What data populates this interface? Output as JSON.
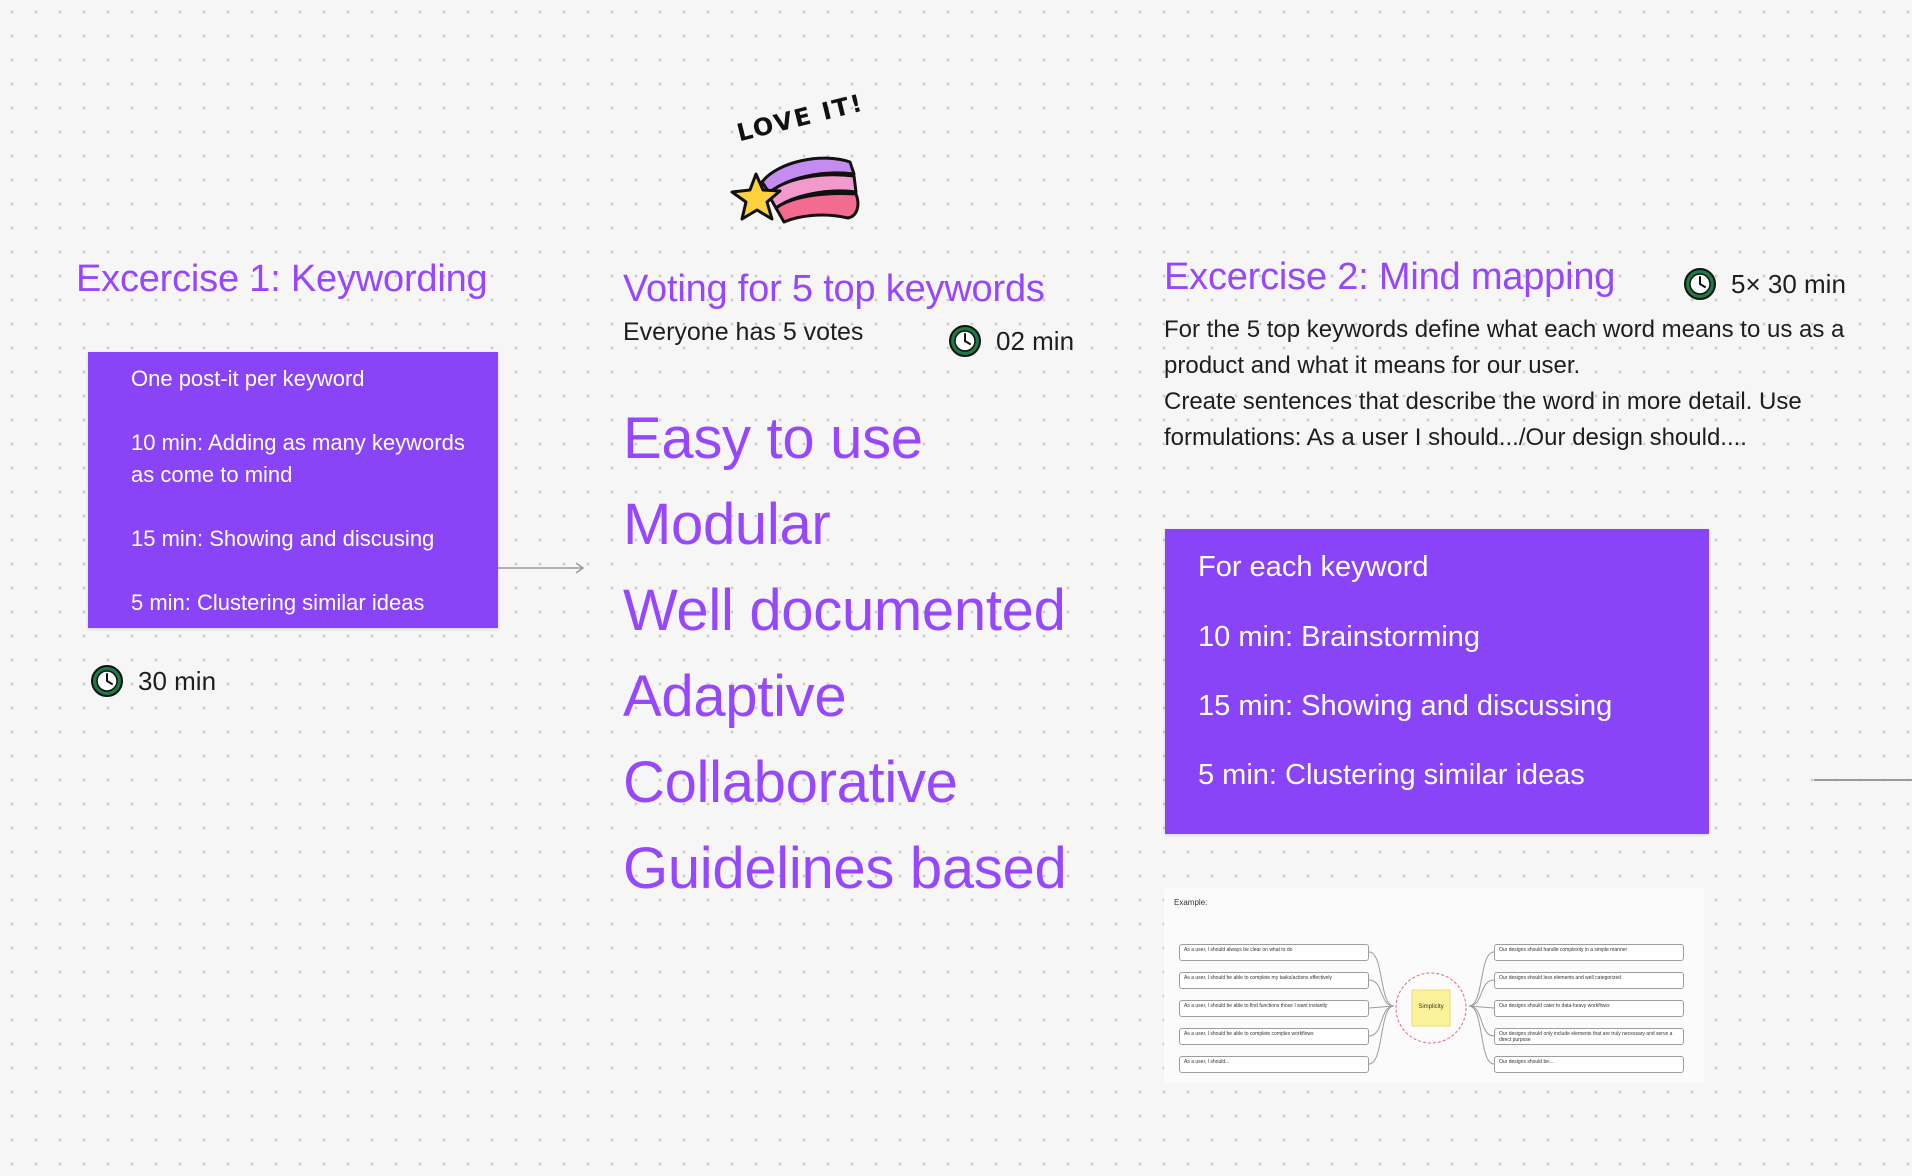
{
  "sticker": {
    "text": "LOVE IT!",
    "icon": "shooting-star-sticker"
  },
  "exercise1": {
    "title": "Excercise 1: Keywording",
    "steps": [
      "One post-it per keyword",
      "10 min: Adding  as many keywords as come to mind",
      "15 min: Showing and discusing",
      "5 min: Clustering similar ideas"
    ],
    "timer": "30 min"
  },
  "voting": {
    "title": "Voting for 5 top keywords",
    "subtitle": "Everyone has 5 votes",
    "timer": "02 min",
    "keywords": [
      "Easy to use",
      "Modular",
      "Well documented",
      "Adaptive",
      "Collaborative",
      "Guidelines based"
    ]
  },
  "exercise2": {
    "title": "Excercise 2: Mind mapping",
    "timer": "5× 30 min",
    "description": [
      "For the 5 top keywords define what each word means to us as a",
      "product and what it means for our user.",
      "Create sentences that describe the word in more detail.  Use",
      "formulations: As a user I should.../Our design should...."
    ],
    "steps": [
      "For each keyword",
      "10 min: Brainstorming",
      "15 min: Showing and discussing",
      "5 min: Clustering similar ideas"
    ]
  },
  "example": {
    "label": "Example:",
    "center": "Simplicity",
    "left_items": [
      "As a user, I should always be clear on what to do",
      "As a user, I should be able to complete my tasks/actions effectively",
      "As a user, I should be able to find functions those I want instantly",
      "As a user, I should be able to complete complex workflows",
      "As a user, I should..."
    ],
    "right_items": [
      "Our designs should handle complexity in a simple manner",
      "Our designs should less elements and well categorized",
      "Our designs should cater to data-heavy workflows",
      "Our designs should only include elements that are truly necessary and serve a direct purpose",
      "Our designs should be..."
    ]
  },
  "colors": {
    "accent": "#9747ff",
    "box": "#8a44f7",
    "canvas": "#f6f6f6",
    "clock_ring": "#1d7a45"
  }
}
